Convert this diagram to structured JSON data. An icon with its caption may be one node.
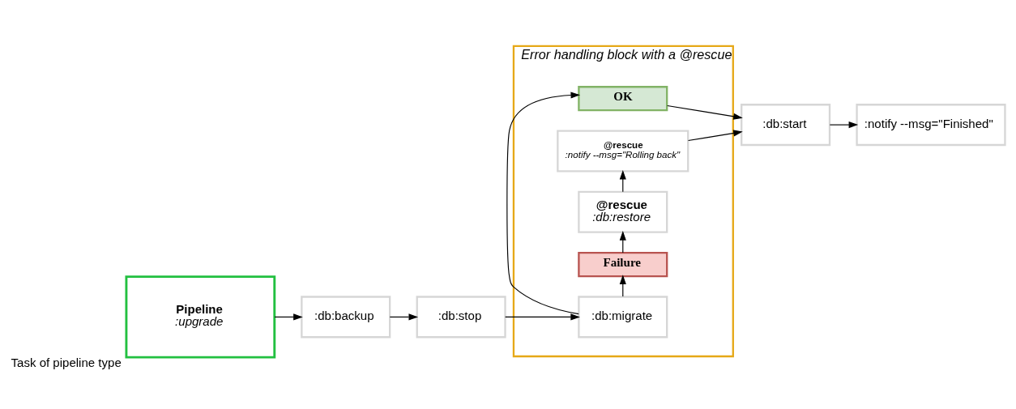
{
  "diagram": {
    "nodes": [
      {
        "text": [
          "Pipeline",
          ":upgrade"
        ],
        "beside": [
          "Task of pipeline type"
        ]
      },
      {
        "text": [
          ":db:backup"
        ]
      },
      {
        "text": [
          ":db:stop"
        ]
      },
      {
        "text": [
          "Error handling block with a @rescue"
        ]
      },
      {
        "text": [
          "OK"
        ],
        "in": 3
      },
      {
        "text": [
          ":db:migrate"
        ],
        "in": 3
      },
      {
        "text": [
          "Failure"
        ],
        "in": 3
      },
      {
        "text": [
          "@rescue",
          ":db:restore"
        ],
        "in": 3
      },
      {
        "text": [
          "@rescue",
          ":notify --msg=\"Rolling back\""
        ],
        "in": 3
      },
      {
        "text": [
          ":db:start"
        ]
      },
      {
        "text": [
          ":notify --msg=\"Finished\""
        ]
      }
    ],
    "edges": [
      {
        "from": 0,
        "to": 1,
        "arrow": "to"
      },
      {
        "from": 1,
        "to": 2,
        "arrow": "to"
      },
      {
        "from": 2,
        "to": 5,
        "arrow": "to"
      },
      {
        "from": 5,
        "to": 4,
        "arrow": "to"
      },
      {
        "from": 5,
        "to": 6,
        "arrow": "to"
      },
      {
        "from": 6,
        "to": 7,
        "arrow": "to"
      },
      {
        "from": 7,
        "to": 8,
        "arrow": "to"
      },
      {
        "from": 4,
        "to": 9,
        "arrow": "to"
      },
      {
        "from": 8,
        "to": 9,
        "arrow": "to"
      },
      {
        "from": 9,
        "to": 10,
        "arrow": "to"
      }
    ]
  }
}
